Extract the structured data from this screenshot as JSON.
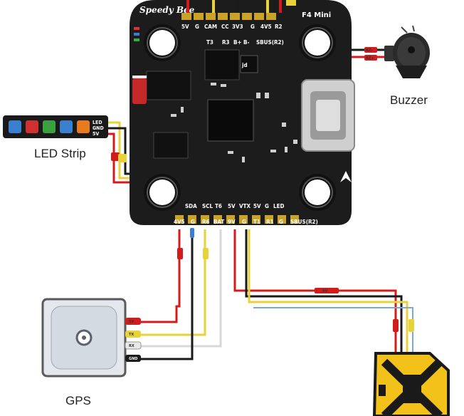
{
  "board": {
    "brand": "Speedy Bee",
    "model": "F4 Mini",
    "top_pins": [
      "5V",
      "G",
      "CAM",
      "CC",
      "3V3",
      "G",
      "4V5",
      "R2"
    ],
    "top_sub_pins": [
      "T3",
      "R3",
      "B+",
      "B-",
      "SBUS(R2)"
    ],
    "bottom_pins": [
      "SDA",
      "SCL",
      "T6",
      "5V",
      "VTX",
      "5V",
      "G",
      "LED"
    ],
    "bottom_sub_pins": [
      "4V5",
      "G",
      "R6",
      "BAT",
      "9V",
      "G",
      "T1",
      "R1",
      "G",
      "SBUS(R2)"
    ],
    "chip_label": "jd"
  },
  "devices": {
    "buzzer": {
      "label": "Buzzer",
      "wires": [
        "BZ-",
        "BZ+"
      ]
    },
    "led_strip": {
      "label": "LED Strip",
      "wires": [
        "LED",
        "GND",
        "5V"
      ]
    },
    "gps": {
      "label": "GPS",
      "wires": [
        "5V",
        "TX",
        "RX",
        "GND"
      ]
    },
    "vtx": {
      "wire": "9V"
    }
  },
  "colors": {
    "board": "#1c1c1c",
    "wire_red": "#d01c1c",
    "wire_yellow": "#e8d23a",
    "wire_black": "#1a1a1a",
    "wire_white": "#d8d8d8",
    "wire_blue": "#3a7fd0",
    "vtx_yellow": "#f2c21a"
  }
}
